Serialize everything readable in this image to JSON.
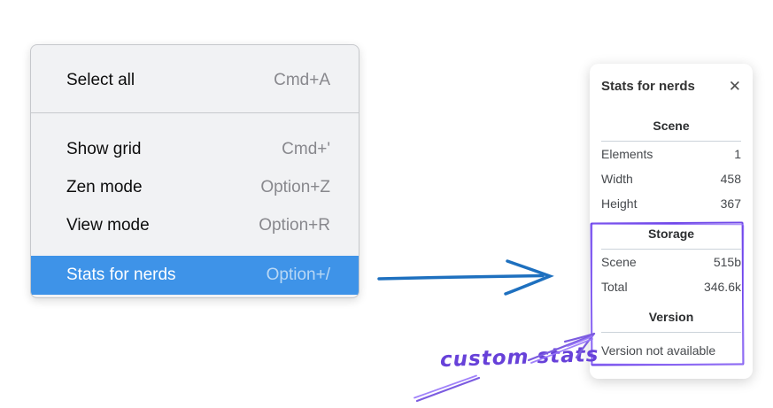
{
  "context_menu": {
    "items": [
      {
        "label": "Select all",
        "shortcut": "Cmd+A"
      },
      {
        "label": "Show grid",
        "shortcut": "Cmd+'"
      },
      {
        "label": "Zen mode",
        "shortcut": "Option+Z"
      },
      {
        "label": "View mode",
        "shortcut": "Option+R"
      },
      {
        "label": "Stats for nerds",
        "shortcut": "Option+/",
        "highlighted": true
      }
    ],
    "highlight_color": "#3e93e8"
  },
  "stats_panel": {
    "title": "Stats for nerds",
    "close_glyph": "✕",
    "sections": [
      {
        "header": "Scene",
        "rows": [
          {
            "label": "Elements",
            "value": "1"
          },
          {
            "label": "Width",
            "value": "458"
          },
          {
            "label": "Height",
            "value": "367"
          }
        ]
      },
      {
        "header": "Storage",
        "rows": [
          {
            "label": "Scene",
            "value": "515b"
          },
          {
            "label": "Total",
            "value": "346.6k"
          }
        ]
      },
      {
        "header": "Version",
        "note": "Version not available"
      }
    ]
  },
  "annotations": {
    "label": "custom stats",
    "arrow_color": "#1e70bf",
    "highlight_box_color": "#7048e8",
    "label_color": "#6741d9"
  }
}
